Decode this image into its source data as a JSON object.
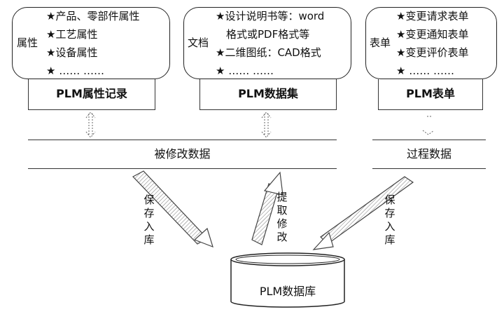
{
  "attributes": {
    "label": "属性",
    "items": [
      "★产品、零部件属性",
      "★工艺属性",
      "★设备属性",
      "★ ……        ……"
    ]
  },
  "documents": {
    "label": "文档",
    "items": [
      "★设计说明书等：word",
      "格式或PDF格式等",
      "★二维图纸：CAD格式",
      "★ ……        ……"
    ]
  },
  "forms": {
    "label": "表单",
    "items": [
      "★变更请求表单",
      "★变更通知表单",
      "★变更评价表单",
      "★ ……        ……"
    ]
  },
  "records": {
    "attr": "PLM属性记录",
    "dataset": "PLM数据集",
    "form": "PLM表单"
  },
  "bands": {
    "modified": "被修改数据",
    "process": "过程数据"
  },
  "arrows": {
    "save_left": "保存入库",
    "extract": "提取修改",
    "save_right": "保存入库"
  },
  "database": {
    "label": "PLM数据库"
  }
}
